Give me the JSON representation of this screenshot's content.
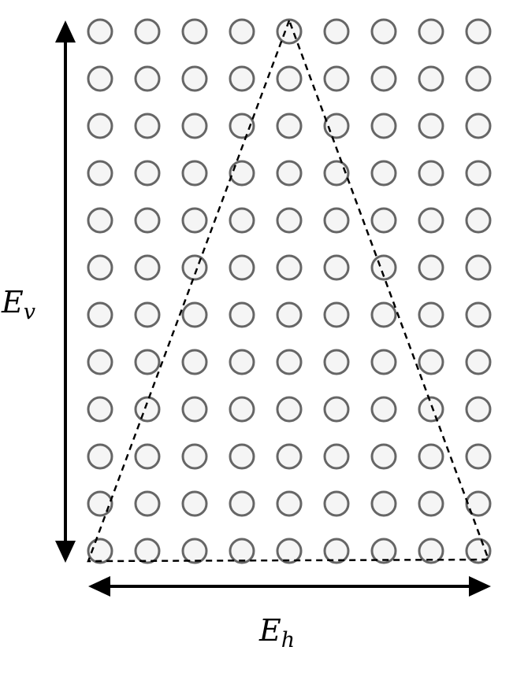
{
  "diagram": {
    "grid": {
      "rows": 12,
      "columns": 9
    },
    "labels": {
      "vertical": {
        "main": "E",
        "sub": "v"
      },
      "horizontal": {
        "main": "E",
        "sub": "h"
      }
    },
    "colors": {
      "node_fill": "#f5f5f5",
      "node_stroke": "#666666",
      "line": "#000000"
    }
  }
}
